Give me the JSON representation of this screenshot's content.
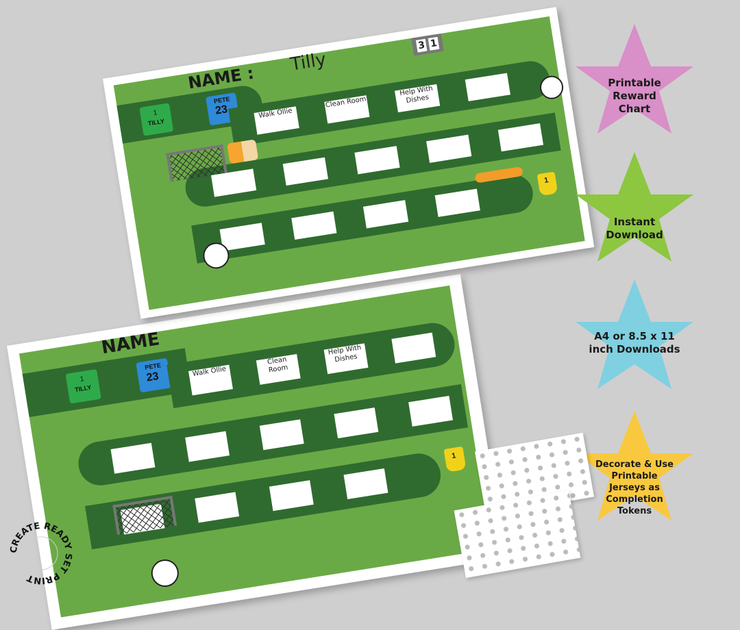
{
  "chart_one": {
    "name_label": "NAME :",
    "name_value": "Tilly",
    "score_left": "3",
    "score_right": "1",
    "jersey_one": {
      "number": "1",
      "name": "TILLY"
    },
    "jersey_two": {
      "number": "23",
      "name": "PETE"
    },
    "tasks": [
      "Walk Ollie",
      "Clean Room",
      "Help With Dishes"
    ],
    "trophy_number": "1"
  },
  "chart_two": {
    "name_label": "NAME",
    "jersey_one": {
      "number": "1",
      "name": "TILLY"
    },
    "jersey_two": {
      "number": "23",
      "name": "PETE"
    },
    "tasks": [
      "Walk Ollie",
      "Clean Room",
      "Help With Dishes"
    ],
    "trophy_number": "1"
  },
  "stars": [
    {
      "text": "Printable Reward Chart",
      "color": "#d98fc7"
    },
    {
      "text": "Instant Download",
      "color": "#8dc63f"
    },
    {
      "text": "A4 or 8.5 x 11 inch Downloads",
      "color": "#7fd0e0"
    },
    {
      "text": "Decorate & Use Printable Jerseys as Completion Tokens",
      "color": "#f8c93f"
    }
  ],
  "brand": "CREATE READY SET PRINT",
  "colors": {
    "background": "#cfcfd0",
    "field": "#6aaa46",
    "track": "#2f6b2f"
  }
}
